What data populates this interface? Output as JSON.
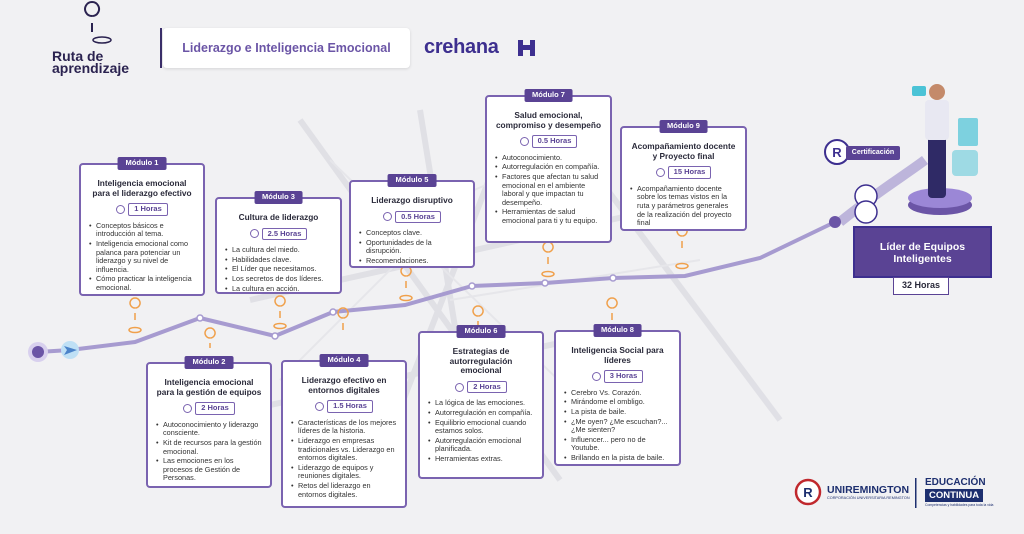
{
  "header": {
    "logo_line1": "Ruta de",
    "logo_line2": "aprendizaje",
    "title": "Liderazgo e Inteligencia Emocional",
    "brand": "crehana"
  },
  "modules": [
    {
      "tag": "Módulo 1",
      "title": "Inteligencia emocional para el liderazgo efectivo",
      "hours": "1 Horas",
      "items": [
        "Conceptos básicos e introducción al tema.",
        "Inteligencia emocional como palanca para potenciar un liderazgo y su nivel de influencia.",
        "Cómo practicar la inteligencia emocional."
      ]
    },
    {
      "tag": "Módulo 2",
      "title": "Inteligencia emocional para la gestión de equipos",
      "hours": "2 Horas",
      "items": [
        "Autoconocimiento y liderazgo consciente.",
        "Kit de recursos para la gestión emocional.",
        "Las emociones en los procesos de Gestión de Personas."
      ]
    },
    {
      "tag": "Módulo 3",
      "title": "Cultura de liderazgo",
      "hours": "2.5 Horas",
      "items": [
        "La cultura del miedo.",
        "Habilidades clave.",
        "El Líder que necesitamos.",
        "Los secretos de dos líderes.",
        "La cultura en acción."
      ]
    },
    {
      "tag": "Módulo 4",
      "title": "Liderazgo efectivo en entornos digitales",
      "hours": "1.5 Horas",
      "items": [
        "Características de los mejores líderes de la historia.",
        "Liderazgo en empresas tradicionales vs. Liderazgo en entornos digitales.",
        "Liderazgo de equipos y reuniones digitales.",
        "Retos del liderazgo en entornos digitales."
      ]
    },
    {
      "tag": "Módulo 5",
      "title": "Liderazgo disruptivo",
      "hours": "0.5 Horas",
      "items": [
        "Conceptos clave.",
        "Oportunidades de la disrupción.",
        "Recomendaciones."
      ]
    },
    {
      "tag": "Módulo 6",
      "title": "Estrategias de autorregulación emocional",
      "hours": "2 Horas",
      "items": [
        "La lógica de las emociones.",
        "Autorregulación en compañía.",
        "Equilibrio emocional cuando estamos solos.",
        "Autorregulación emocional planificada.",
        "Herramientas extras."
      ]
    },
    {
      "tag": "Módulo 7",
      "title": "Salud emocional, compromiso y desempeño",
      "hours": "0.5 Horas",
      "items": [
        "Autoconocimiento.",
        "Autorregulación en compañía.",
        "Factores que afectan tu salud emocional en el ambiente laboral y que impactan tu desempeño.",
        "Herramientas de salud emocional para ti y tu equipo."
      ]
    },
    {
      "tag": "Módulo 8",
      "title": "Inteligencia Social para líderes",
      "hours": "3 Horas",
      "items": [
        "Cerebro Vs. Corazón.",
        "Mirándome el ombligo.",
        "La pista de baile.",
        "¿Me oyen? ¿Me escuchan?... ¿Me sienten?",
        "Influencer... pero no de Youtube.",
        "Brillando en la pista de baile."
      ]
    },
    {
      "tag": "Módulo 9",
      "title": "Acompañamiento docente y Proyecto final",
      "hours": "15 Horas",
      "items": [
        "Acompañamiento docente sobre los temas vistos en la ruta y parámetros generales de la realización del proyecto final"
      ]
    }
  ],
  "final": {
    "certification": "Certificación",
    "title": "Líder de Equipos Inteligentes",
    "hours": "32 Horas"
  },
  "footer": {
    "uni": "UNIREMINGTON",
    "uni_sub": "CORPORACIÓN UNIVERSITARIA REMINGTON",
    "edu1": "EDUCACIÓN",
    "edu2": "CONTINUA",
    "edu3": "Competencias y habilidades para toda la vida"
  },
  "colors": {
    "accent": "#5a4394",
    "border": "#7a63b0",
    "pin": "#f0a04b"
  }
}
